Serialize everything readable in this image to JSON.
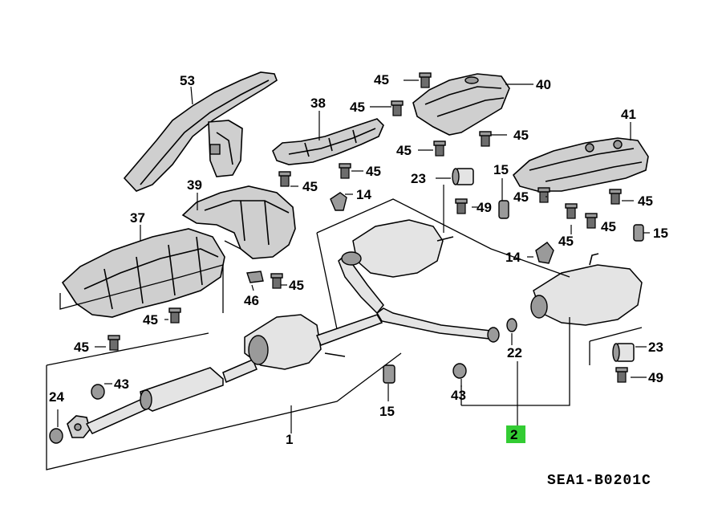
{
  "diagram": {
    "code": "SEA1-B0201C",
    "highlight_color": "#33cc33",
    "labels": {
      "l53": "53",
      "l38": "38",
      "l40": "40",
      "l41": "41",
      "l39": "39",
      "l37": "37",
      "l45a": "45",
      "l45b": "45",
      "l45c": "45",
      "l45d": "45",
      "l45e": "45",
      "l45f": "45",
      "l45g": "45",
      "l45h": "45",
      "l45i": "45",
      "l45j": "45",
      "l45k": "45",
      "l45l": "45",
      "l45m": "45",
      "l46": "46",
      "l14a": "14",
      "l14b": "14",
      "l23a": "23",
      "l23b": "23",
      "l15a": "15",
      "l15b": "15",
      "l15c": "15",
      "l49a": "49",
      "l49b": "49",
      "l43a": "43",
      "l43b": "43",
      "l24": "24",
      "l22": "22",
      "l1": "1",
      "l2": "2"
    }
  }
}
